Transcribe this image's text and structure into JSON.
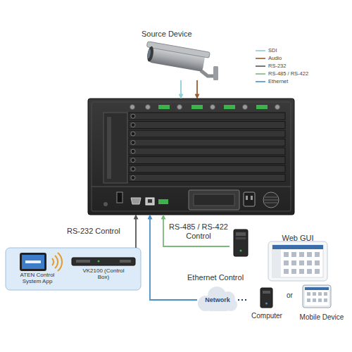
{
  "diagram": {
    "nodes": [
      {
        "text": [
          "Source Device"
        ]
      },
      {
        "text": []
      },
      {
        "text": []
      },
      {
        "text": [
          "ATEN Control System App"
        ],
        "in": 2
      },
      {
        "text": [
          "VK2100 (Control Box)"
        ],
        "in": 2
      },
      {
        "text": []
      },
      {
        "text": [
          "Network"
        ]
      },
      {
        "text": [
          "Computer"
        ]
      },
      {
        "text": [
          "Mobile Device"
        ]
      },
      {
        "text": [
          "Web GUI"
        ]
      }
    ],
    "edges": [
      {
        "from": 0,
        "to": 1,
        "arrow": "to"
      },
      {
        "from": 0,
        "to": 1,
        "arrow": "to"
      },
      {
        "from": 2,
        "to": 1,
        "label": "RS-232 Control",
        "arrow": "to"
      },
      {
        "from": 5,
        "to": 1,
        "label": "RS-485 / RS-422 Control",
        "arrow": "to"
      },
      {
        "from": 6,
        "to": 1,
        "label": "Ethernet Control",
        "arrow": "to"
      },
      {
        "from": 6,
        "to": 7,
        "arrow": "none"
      }
    ],
    "labels": [
      "or"
    ],
    "legend": [
      {
        "text": "SDI"
      },
      {
        "text": "Audio"
      },
      {
        "text": "RS-232"
      },
      {
        "text": "RS-485 / RS-422"
      },
      {
        "text": "Ethernet"
      }
    ]
  }
}
